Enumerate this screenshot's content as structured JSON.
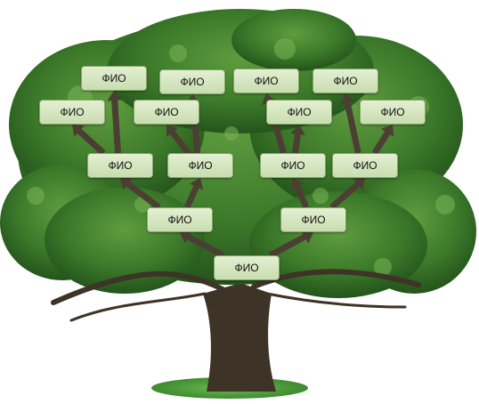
{
  "colors": {
    "sky": "#ffffff",
    "foliage_dark": "#24541c",
    "foliage_mid": "#3c7a2a",
    "foliage_light": "#5f9c3f",
    "trunk": "#3d3326",
    "grass": "#4a9b3c",
    "box_fill": "#d6e7c3",
    "box_border": "#8aa86c",
    "arrow": "#4b3f33"
  },
  "tree": {
    "nodes": [
      {
        "id": "root",
        "label": "ФИО"
      },
      {
        "id": "g1-left",
        "label": "ФИО"
      },
      {
        "id": "g1-right",
        "label": "ФИО"
      },
      {
        "id": "g2-a",
        "label": "ФИО"
      },
      {
        "id": "g2-b",
        "label": "ФИО"
      },
      {
        "id": "g2-c",
        "label": "ФИО"
      },
      {
        "id": "g2-d",
        "label": "ФИО"
      },
      {
        "id": "g3-a",
        "label": "ФИО"
      },
      {
        "id": "g3-b",
        "label": "ФИО"
      },
      {
        "id": "g3-c",
        "label": "ФИО"
      },
      {
        "id": "g3-d",
        "label": "ФИО"
      },
      {
        "id": "g3-e",
        "label": "ФИО"
      },
      {
        "id": "g3-f",
        "label": "ФИО"
      },
      {
        "id": "g3-g",
        "label": "ФИО"
      },
      {
        "id": "g3-h",
        "label": "ФИО"
      }
    ],
    "edges": [
      {
        "from": "root",
        "to": "g1-left"
      },
      {
        "from": "root",
        "to": "g1-right"
      },
      {
        "from": "g1-left",
        "to": "g2-a"
      },
      {
        "from": "g1-left",
        "to": "g2-b"
      },
      {
        "from": "g1-right",
        "to": "g2-c"
      },
      {
        "from": "g1-right",
        "to": "g2-d"
      },
      {
        "from": "g2-a",
        "to": "g3-a"
      },
      {
        "from": "g2-a",
        "to": "g3-b"
      },
      {
        "from": "g2-b",
        "to": "g3-c"
      },
      {
        "from": "g2-b",
        "to": "g3-d"
      },
      {
        "from": "g2-c",
        "to": "g3-e"
      },
      {
        "from": "g2-c",
        "to": "g3-f"
      },
      {
        "from": "g2-d",
        "to": "g3-g"
      },
      {
        "from": "g2-d",
        "to": "g3-h"
      }
    ]
  }
}
